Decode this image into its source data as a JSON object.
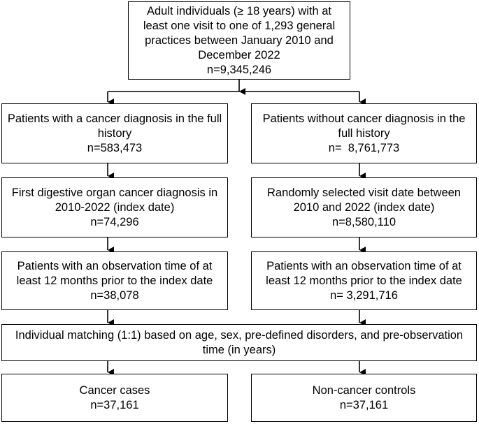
{
  "boxes": {
    "top": {
      "lines": [
        "Adult individuals (≥ 18 years) with at",
        "least one visit to one of 1,293 general",
        "practices between January 2010 and",
        "December 2022"
      ],
      "n": "n=9,345,246"
    },
    "cancer_history": {
      "lines": [
        "Patients with a cancer diagnosis in the full",
        "history"
      ],
      "n": "n=583,473"
    },
    "no_cancer_history": {
      "lines": [
        "Patients without cancer diagnosis in the",
        "full history"
      ],
      "n": "n=  8,761,773"
    },
    "first_digestive": {
      "lines": [
        "First digestive organ cancer diagnosis in",
        "2010-2022 (index date)"
      ],
      "n": "n=74,296"
    },
    "random_visit": {
      "lines": [
        "Randomly selected visit date between",
        "2010 and 2022 (index date)"
      ],
      "n": "n=8,580,110"
    },
    "obs_cancer": {
      "lines": [
        "Patients with an observation time of at",
        "least 12 months prior to the index date"
      ],
      "n": "n=38,078"
    },
    "obs_control": {
      "lines": [
        "Patients with an observation time of at",
        "least 12 months prior to the index date"
      ],
      "n": "n= 3,291,716"
    },
    "matching": {
      "lines": [
        "Individual matching (1:1) based on age, sex, pre-defined disorders, and pre-observation",
        "time (in years)"
      ]
    },
    "cases": {
      "lines": [
        "Cancer cases"
      ],
      "n": "n=37,161"
    },
    "controls": {
      "lines": [
        "Non-cancer controls"
      ],
      "n": "n=37,161"
    }
  }
}
